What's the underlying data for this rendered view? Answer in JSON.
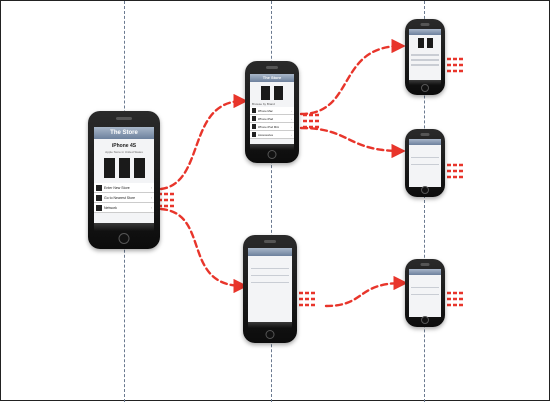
{
  "colors": {
    "lane": "#6b7a90",
    "flow": "#e8352b",
    "frame": "#222222"
  },
  "home_screen": {
    "nav_title": "The Store",
    "product_title": "iPhone 4S",
    "product_subtitle": "Apple Store in United States",
    "menu": [
      {
        "label": "Enter New Store"
      },
      {
        "label": "Go to Nearest Store"
      },
      {
        "label": "Network"
      }
    ]
  },
  "catalog_screen": {
    "nav_title": "The Store",
    "section_header": "Browse by Brand",
    "menu": [
      {
        "label": "iPhone Mac"
      },
      {
        "label": "iPhone iPad"
      },
      {
        "label": "iPhone iPod Mini"
      },
      {
        "label": "Accessories"
      }
    ]
  },
  "icons": [
    "phone-icon",
    "home-button-icon",
    "chevron-right-icon",
    "three-dash-continuation-icon"
  ]
}
